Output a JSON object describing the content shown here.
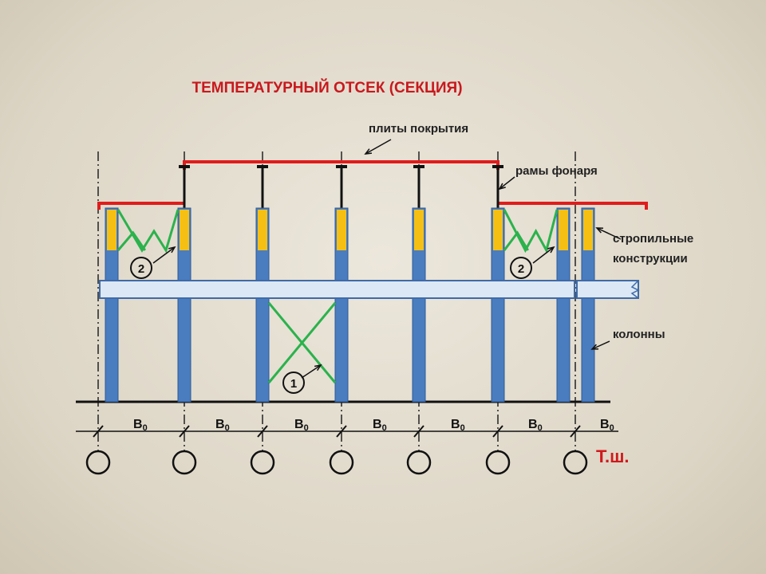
{
  "title": "ТЕМПЕРАТУРНЫЙ ОТСЕК  (СЕКЦИЯ)",
  "labels": {
    "roof_slabs": "плиты покрытия",
    "lantern_frames": "рамы фонаря",
    "truss_line1": "стропильные",
    "truss_line2": "конструкции",
    "columns": "колонны",
    "expansion_joint": "Т.ш."
  },
  "bay_label": "B",
  "bay_subscript": "0",
  "bracing_markers": [
    "1",
    "2",
    "2"
  ],
  "colors": {
    "title": "#c8191e",
    "roof": "#e01c1c",
    "column": "#4a7cc0",
    "truss": "#f5c013",
    "bracing": "#2bb24c",
    "crane_beam": "#dce8f5"
  }
}
